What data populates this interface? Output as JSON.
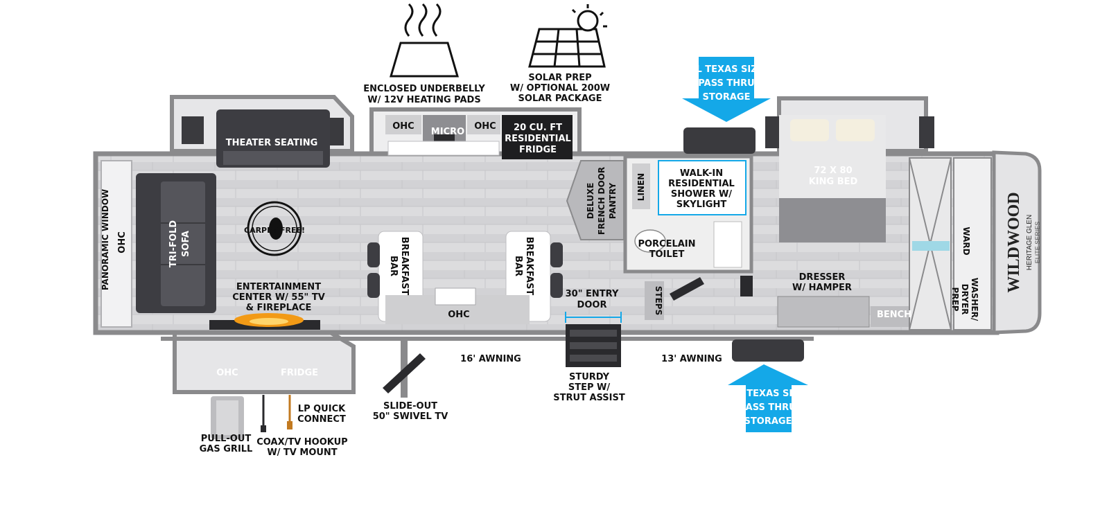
{
  "features": {
    "underbelly": [
      "ENCLOSED UNDERBELLY",
      "W/ 12V HEATING PADS"
    ],
    "solar": [
      "SOLAR PREP",
      "W/ OPTIONAL 200W",
      "SOLAR PACKAGE"
    ]
  },
  "storage_top": [
    "XL TEXAS SIZE",
    "PASS THRU",
    "STORAGE"
  ],
  "storage_bottom": [
    "XL TEXAS SIZE",
    "PASS THRU",
    "STORAGE"
  ],
  "rooms": {
    "theater_seating": "THEATER SEATING",
    "kitchen_ohc_1": "OHC",
    "micro": "MICRO",
    "kitchen_ohc_2": "OHC",
    "fridge": [
      "20 CU. FT",
      "RESIDENTIAL",
      "FRIDGE"
    ],
    "panoramic": "PANORAMIC WINDOW",
    "front_ohc": "OHC",
    "sofa": [
      "TRI-FOLD",
      "SOFA"
    ],
    "carpet_free": "CARPET FREE!",
    "entertainment": [
      "ENTERTAINMENT",
      "CENTER W/ 55\" TV",
      "& FIREPLACE"
    ],
    "breakfast_bar_left": [
      "BREAKFAST",
      "BAR"
    ],
    "breakfast_bar_right": [
      "BREAKFAST",
      "BAR"
    ],
    "island_ohc": "OHC",
    "pantry": [
      "DELUXE",
      "FRENCH DOOR",
      "PANTRY"
    ],
    "linen": "LINEN",
    "shower": [
      "WALK-IN",
      "RESIDENTIAL",
      "SHOWER W/",
      "SKYLIGHT"
    ],
    "toilet": [
      "PORCELAIN",
      "TOILET"
    ],
    "steps": "STEPS",
    "entry_door": [
      "30\" ENTRY",
      "DOOR"
    ],
    "king_bed": [
      "72 X 80",
      "KING BED"
    ],
    "dresser": [
      "DRESSER",
      "W/ HAMPER"
    ],
    "bench": "BENCH",
    "ward": "WARD",
    "washer_dryer": [
      "WASHER/",
      "DRYER",
      "PREP"
    ],
    "outdoor_ohc": "OHC",
    "outdoor_fridge": "FRIDGE"
  },
  "exterior": {
    "awning_16": "16' AWNING",
    "awning_13": "13' AWNING",
    "slide_tv": [
      "SLIDE-OUT",
      "50\" SWIVEL TV"
    ],
    "sturdy_step": [
      "STURDY",
      "STEP W/",
      "STRUT ASSIST"
    ],
    "lp_quick": [
      "LP QUICK",
      "CONNECT"
    ],
    "gas_grill": [
      "PULL-OUT",
      "GAS GRILL"
    ],
    "coax": [
      "COAX/TV HOOKUP",
      "W/ TV MOUNT"
    ]
  },
  "brand": {
    "name": "WILDWOOD",
    "sub": "HERITAGE GLEN",
    "series": "ELITE SERIES"
  },
  "colors": {
    "wall": "#8a8a8c",
    "floor": "#d8d8da",
    "dark": "#3a3a3e",
    "storage_blue": "#14a8e8",
    "fireplace": "#f29a16",
    "bed_blue": "#9fd8e6"
  }
}
